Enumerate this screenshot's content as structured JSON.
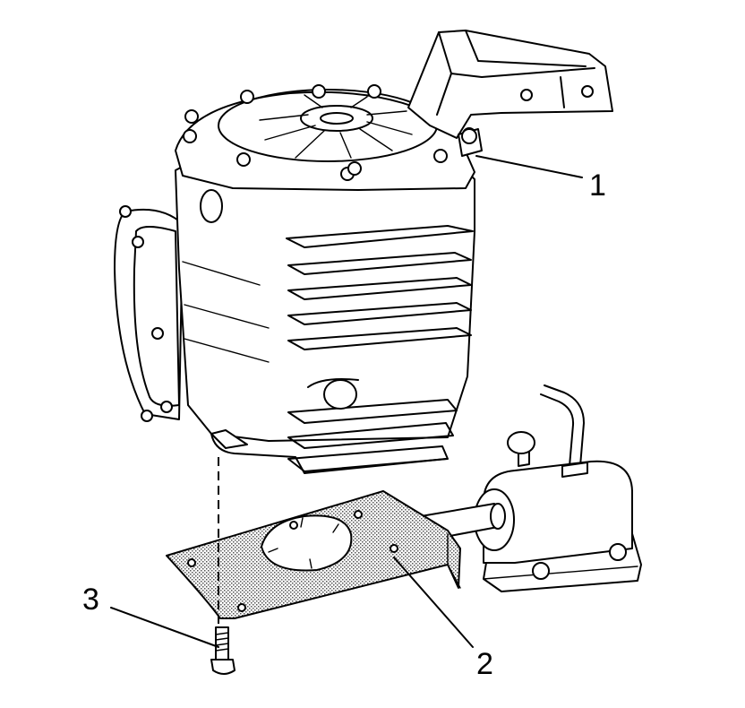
{
  "callouts": [
    {
      "id": "1",
      "label": "1"
    },
    {
      "id": "2",
      "label": "2"
    },
    {
      "id": "3",
      "label": "3"
    }
  ],
  "colors": {
    "line": "#000000",
    "background": "#ffffff",
    "plate_fill": "#c8c8c8"
  }
}
